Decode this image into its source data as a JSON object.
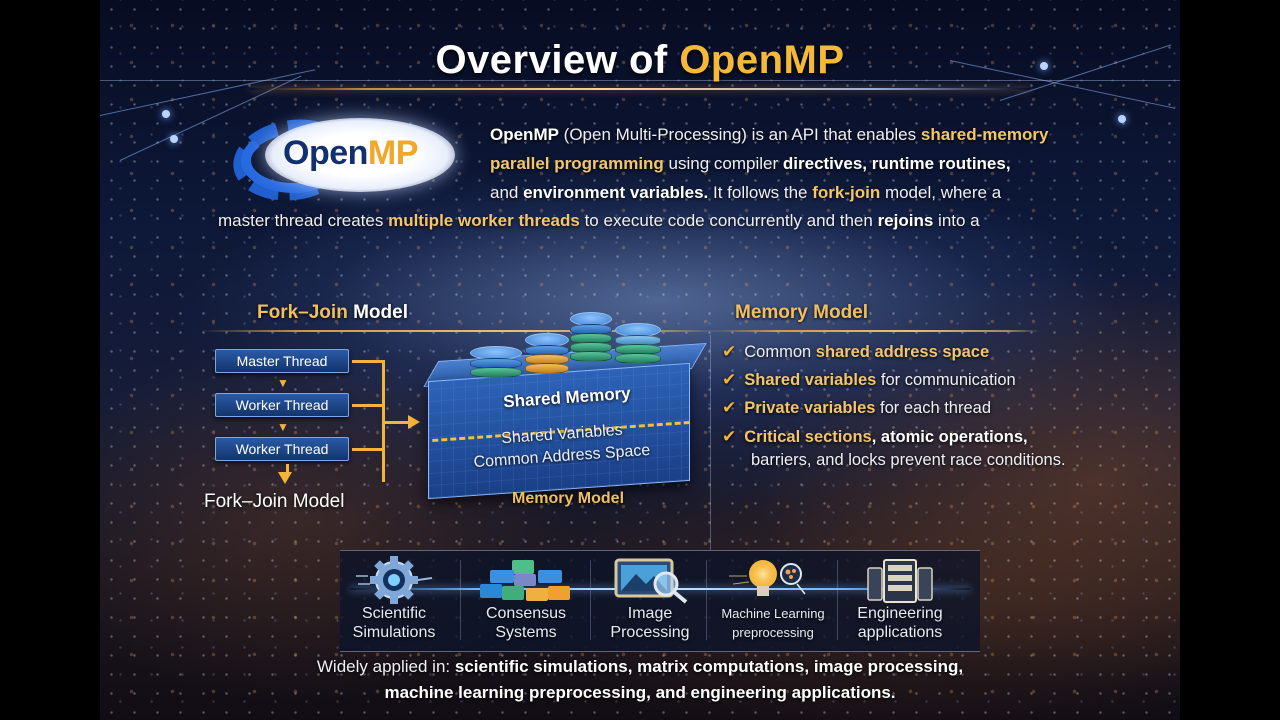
{
  "title": {
    "prefix": "Overview of ",
    "accent": "OpenMP"
  },
  "logo": {
    "text_open": "Open",
    "text_mp": "MP"
  },
  "intro": {
    "line1": [
      {
        "t": "OpenMP",
        "s": "b"
      },
      {
        "t": " (Open Multi-Processing) is an API that enables ",
        "s": "n"
      },
      {
        "t": "shared-memory",
        "s": "hl"
      }
    ],
    "line2": [
      {
        "t": "parallel programming",
        "s": "hl"
      },
      {
        "t": " using compiler ",
        "s": "n"
      },
      {
        "t": "directives, runtime routines,",
        "s": "b"
      }
    ],
    "line3": [
      {
        "t": "and ",
        "s": "n"
      },
      {
        "t": "environment variables.",
        "s": "b"
      },
      {
        "t": " It follows the ",
        "s": "n"
      },
      {
        "t": "fork-join",
        "s": "hl"
      },
      {
        "t": " model, where a",
        "s": "n"
      }
    ],
    "line4": [
      {
        "t": "master thread creates ",
        "s": "n"
      },
      {
        "t": "multiple worker threads",
        "s": "hl"
      },
      {
        "t": " to execute code concurrently and then ",
        "s": "n"
      },
      {
        "t": "rejoins",
        "s": "b"
      },
      {
        "t": " into a",
        "s": "n"
      }
    ]
  },
  "fork_join": {
    "header_gold": "Fork–Join",
    "header_white": " Model",
    "threads": [
      "Master Thread",
      "Worker Thread",
      "Worker Thread"
    ],
    "caption": "Fork–Join Model"
  },
  "memory_block": {
    "title": "Shared Memory",
    "line1": "Shared Variables",
    "line2": "Common Address Space",
    "caption": "Memory Model"
  },
  "memory_model": {
    "header": "Memory Model",
    "check_icon": "✔",
    "items": [
      [
        {
          "t": "Common ",
          "s": "n"
        },
        {
          "t": "shared address space",
          "s": "hl"
        }
      ],
      [
        {
          "t": "Shared variables",
          "s": "hl"
        },
        {
          "t": " for communication",
          "s": "n"
        }
      ],
      [
        {
          "t": "Private variables",
          "s": "hl"
        },
        {
          "t": " for each thread",
          "s": "n"
        }
      ],
      [
        {
          "t": "Critical sections",
          "s": "hl"
        },
        {
          "t": ", atomic operations,",
          "s": "b"
        }
      ]
    ],
    "continuation": "barriers, and locks prevent race conditions."
  },
  "applications": [
    {
      "line1": "Scientific",
      "line2": "Simulations",
      "icon": "gear-icon"
    },
    {
      "line1": "Consensus",
      "line2": "Systems",
      "icon": "blocks-icon"
    },
    {
      "line1": "Image",
      "line2": "Processing",
      "icon": "image-magnifier-icon"
    },
    {
      "line1": "Machine Learning",
      "line2": "preprocessing",
      "icon": "lightbulb-icon"
    },
    {
      "line1": "Engineering",
      "line2": "applications",
      "icon": "server-icon"
    }
  ],
  "footer": {
    "line1_prefix": "Widely applied in: ",
    "line1_bold": "scientific simulations, matrix computations, image processing,",
    "line2": "machine learning preprocessing, and engineering applications."
  }
}
